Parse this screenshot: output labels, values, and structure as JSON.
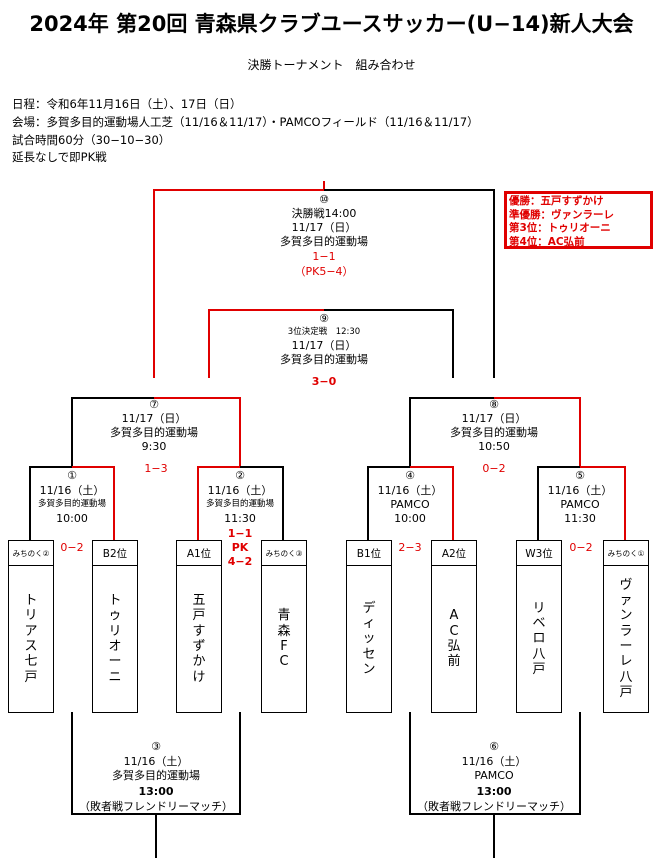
{
  "title": "2024年 第20回 青森県クラブユースサッカー(U−14)新人大会",
  "subtitle": "決勝トーナメント　組み合わせ",
  "info": [
    "日程：令和6年11月16日（土）、17日（日）",
    "会場：多賀多目的運動場人工芝（11/16＆11/17）・PAMCOフィールド（11/16＆11/17）",
    "試合時間60分（30−10−30）",
    "延長なしで即PK戦"
  ],
  "results": [
    "優勝：五戸すずかけ",
    "準優勝：ヴァンラーレ",
    "第3位：トゥリオーニ",
    "第4位：AC弘前"
  ],
  "colors": {
    "win_line": "#e00000",
    "line": "#000000"
  },
  "matches": {
    "m10": {
      "no": "⑩",
      "round": "決勝戦14:00",
      "date": "11/17（日）",
      "venue": "多賀多目的運動場",
      "score": "1−1",
      "pk": "（PK5−4）"
    },
    "m9": {
      "no": "⑨",
      "round": "3位決定戦　12:30",
      "date": "11/17（日）",
      "venue": "多賀多目的運動場",
      "score": "3−0"
    },
    "m7": {
      "no": "⑦",
      "date": "11/17（日）",
      "venue": "多賀多目的運動場",
      "time": "9:30",
      "score": "1−3"
    },
    "m8": {
      "no": "⑧",
      "date": "11/17（日）",
      "venue": "多賀多目的運動場",
      "time": "10:50",
      "score": "0−2"
    },
    "m1": {
      "no": "①",
      "date": "11/16（土）",
      "venue": "多賀多目的運動場",
      "time": "10:00",
      "score": "0−2"
    },
    "m2": {
      "no": "②",
      "date": "11/16（土）",
      "venue": "多賀多目的運動場",
      "time": "11:30",
      "score": "1−1",
      "pk_label": "PK",
      "pk": "4−2"
    },
    "m4": {
      "no": "④",
      "date": "11/16（土）",
      "venue": "PAMCO",
      "time": "10:00",
      "score": "2−3"
    },
    "m5": {
      "no": "⑤",
      "date": "11/16（土）",
      "venue": "PAMCO",
      "time": "11:30",
      "score": "0−2"
    },
    "m3": {
      "no": "③",
      "date": "11/16（土）",
      "venue": "多賀多目的運動場",
      "time": "13:00",
      "note": "（敗者戦フレンドリーマッチ）"
    },
    "m6": {
      "no": "⑥",
      "date": "11/16（土）",
      "venue": "PAMCO",
      "time": "13:00",
      "note": "（敗者戦フレンドリーマッチ）"
    }
  },
  "teams": [
    {
      "seed": "みちのく②",
      "name": [
        "ト",
        "リ",
        "ア",
        "ス",
        "七",
        "戸"
      ]
    },
    {
      "seed": "B2位",
      "name": [
        "ト",
        "ゥ",
        "リ",
        "オ",
        "ー",
        "ニ"
      ]
    },
    {
      "seed": "A1位",
      "name": [
        "五",
        "戸",
        "す",
        "ず",
        "か",
        "け"
      ]
    },
    {
      "seed": "みちのく③",
      "name": [
        "青",
        "森",
        "F",
        "C"
      ]
    },
    {
      "seed": "B1位",
      "name": [
        "デ",
        "ィ",
        "ッ",
        "セ",
        "ン"
      ]
    },
    {
      "seed": "A2位",
      "name": [
        "A",
        "C",
        "弘",
        "前"
      ]
    },
    {
      "seed": "W3位",
      "name": [
        "リ",
        "ベ",
        "ロ",
        "八",
        "戸"
      ]
    },
    {
      "seed": "みちのく①",
      "name": [
        "ヴ",
        "ァ",
        "ン",
        "ラ",
        "ー",
        "レ",
        "八",
        "戸"
      ]
    }
  ]
}
